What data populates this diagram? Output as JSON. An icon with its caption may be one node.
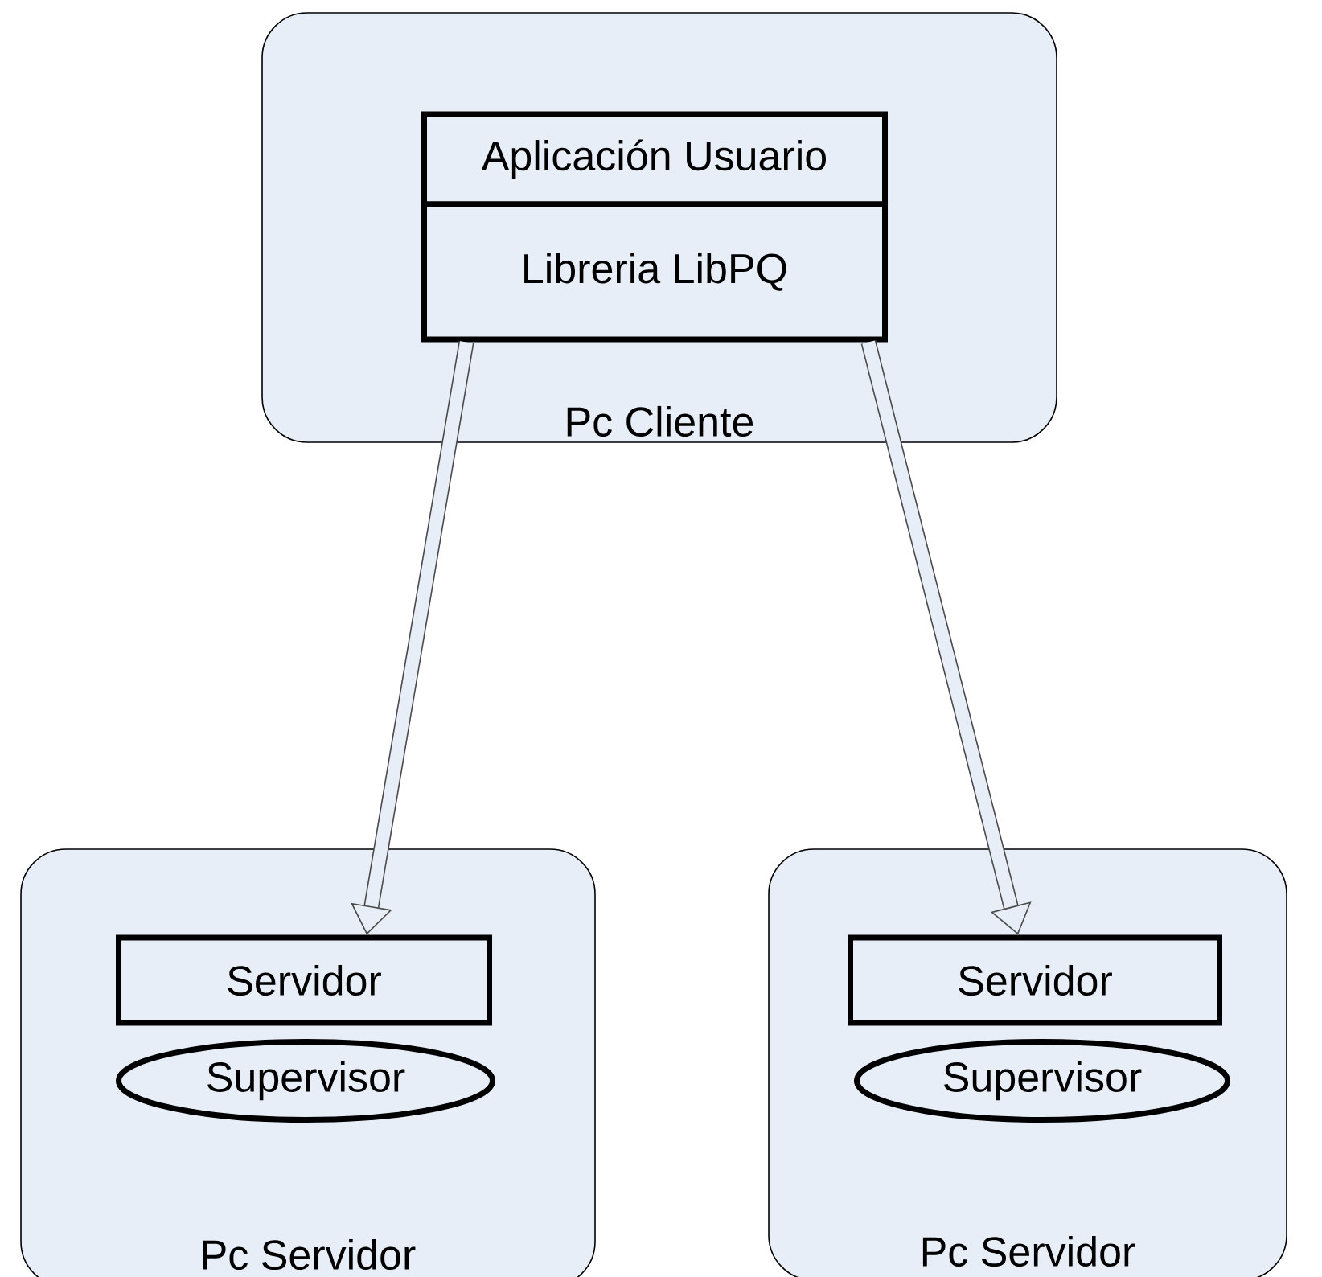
{
  "diagram": {
    "nodes": [
      {
        "text": [
          "Pc Cliente"
        ]
      },
      {
        "text": [
          "Aplicación Usuario"
        ],
        "in": 0
      },
      {
        "text": [
          "Libreria LibPQ"
        ],
        "in": 0
      },
      {
        "text": [
          "Pc Servidor"
        ]
      },
      {
        "text": [
          "Servidor"
        ],
        "in": 3
      },
      {
        "text": [
          "Supervisor"
        ],
        "in": 3
      },
      {
        "text": [
          "Pc Servidor"
        ]
      },
      {
        "text": [
          "Servidor"
        ],
        "in": 6
      },
      {
        "text": [
          "Supervisor"
        ],
        "in": 6
      }
    ],
    "edges": [
      {
        "from": 2,
        "to": 4,
        "arrow": "to"
      },
      {
        "from": 2,
        "to": 7,
        "arrow": "to"
      }
    ]
  }
}
